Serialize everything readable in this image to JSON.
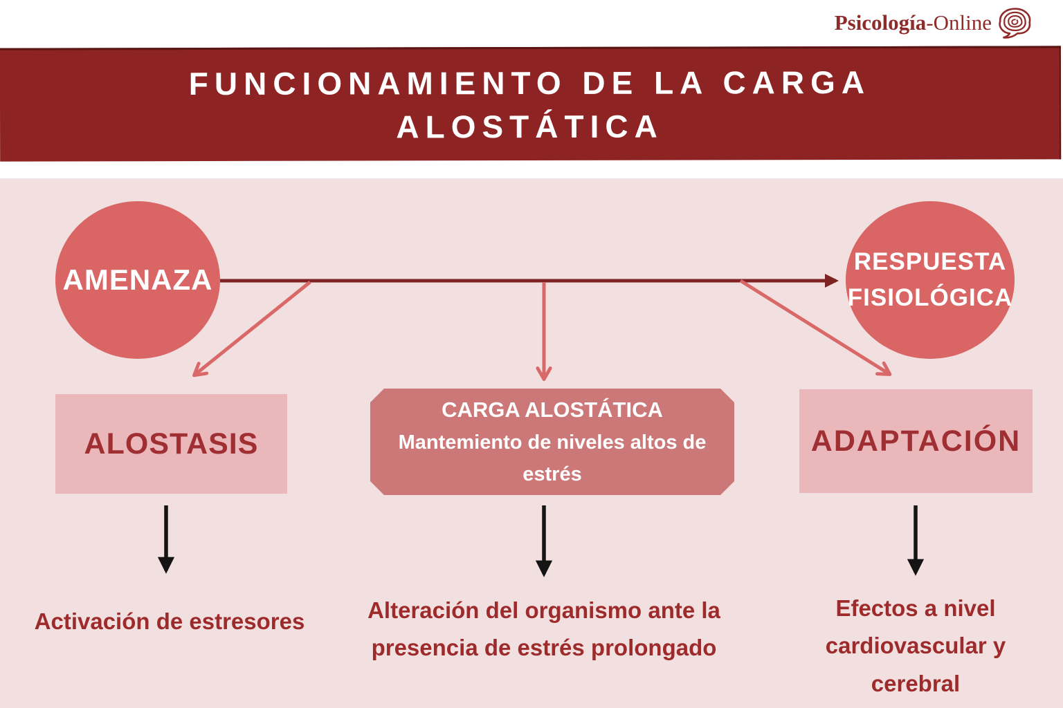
{
  "brand": {
    "name_bold": "Psicología",
    "name_regular": "-Online",
    "icon": "brain-logo-icon"
  },
  "banner": {
    "title": "FUNCIONAMIENTO DE LA CARGA ALOSTÁTICA"
  },
  "nodes": {
    "amenaza": "AMENAZA",
    "respuesta": "RESPUESTA FISIOLÓGICA",
    "alostasis": "ALOSTASIS",
    "carga_title": "CARGA ALOSTÁTICA",
    "carga_subtitle": "Mantemiento de niveles altos de estrés",
    "adaptacion": "ADAPTACIÓN"
  },
  "outcomes": {
    "alostasis": "Activación de estresores",
    "carga": "Alteración del organismo ante la presencia de estrés prolongado",
    "adaptacion": "Efectos a nivel cardiovascular y cerebral"
  },
  "colors": {
    "banner-red": "#8D2323",
    "dark-line": "#7E2222",
    "salmon": "#DA6565",
    "salmon-arrow": "#D96868",
    "panel-pink": "#F2E0E0",
    "box-light": "#EAB8BB",
    "box-mid": "#CC7878",
    "text-dark-red": "#9E2B2B",
    "logo-red": "#8F2B2B",
    "black-arrow": "#141414"
  }
}
